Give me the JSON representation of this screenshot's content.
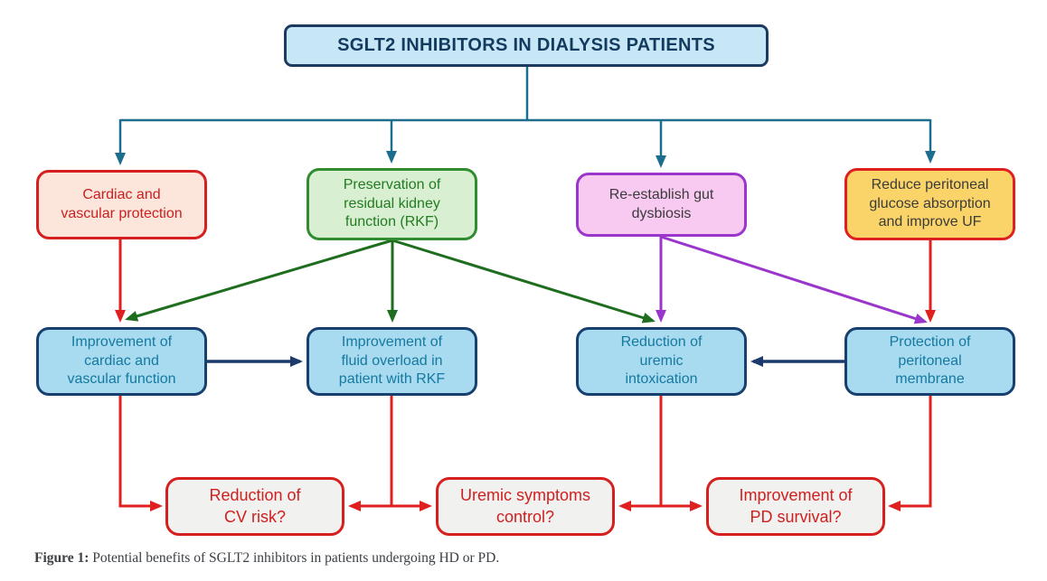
{
  "title": "SGLT2 INHIBITORS IN DIALYSIS PATIENTS",
  "boxes": {
    "top": [
      {
        "id": "cardiac-protection",
        "text": "Cardiac and\nvascular protection",
        "fill": "#fce5db",
        "border": "#d62020",
        "text_color": "#cc2020"
      },
      {
        "id": "rkf-preservation",
        "text": "Preservation of\nresidual kidney\nfunction (RKF)",
        "fill": "#d9efd1",
        "border": "#2f8c2f",
        "text_color": "#217c21"
      },
      {
        "id": "gut-dysbiosis",
        "text": "Re-establish gut\ndysbiosis",
        "fill": "#f8c9f1",
        "border": "#9b36cc",
        "text_color": "#3b3b3b"
      },
      {
        "id": "glucose-absorption",
        "text": "Reduce peritoneal\nglucose absorption\nand improve UF",
        "fill": "#fbd469",
        "border": "#e02020",
        "text_color": "#3b3b3b"
      }
    ],
    "middle": [
      {
        "id": "cardiac-function",
        "text": "Improvement of\ncardiac and\nvascular function",
        "fill": "#a8dbf0",
        "border": "#17406e",
        "text_color": "#1579a0"
      },
      {
        "id": "fluid-overload",
        "text": "Improvement of\nfluid overload in\npatient with RKF",
        "fill": "#a8dbf0",
        "border": "#17406e",
        "text_color": "#1579a0"
      },
      {
        "id": "uremic-intoxication",
        "text": "Reduction of\nuremic\nintoxication",
        "fill": "#a8dbf0",
        "border": "#17406e",
        "text_color": "#1579a0"
      },
      {
        "id": "peritoneal-membrane",
        "text": "Protection of\nperitoneal\nmembrane",
        "fill": "#a8dbf0",
        "border": "#17406e",
        "text_color": "#1579a0"
      }
    ],
    "bottom": [
      {
        "id": "cv-risk",
        "text": "Reduction of\nCV risk?",
        "fill": "#f1f1ef",
        "border": "#d62020",
        "text_color": "#d01f1f"
      },
      {
        "id": "uremic-symptoms",
        "text": "Uremic symptoms\ncontrol?",
        "fill": "#f1f1ef",
        "border": "#d62020",
        "text_color": "#d01f1f"
      },
      {
        "id": "pd-survival",
        "text": "Improvement of\nPD survival?",
        "fill": "#f1f1ef",
        "border": "#d62020",
        "text_color": "#d01f1f"
      }
    ]
  },
  "edges": [
    {
      "from": "title",
      "to": "cardiac-protection",
      "color": "teal"
    },
    {
      "from": "title",
      "to": "rkf-preservation",
      "color": "teal"
    },
    {
      "from": "title",
      "to": "gut-dysbiosis",
      "color": "teal"
    },
    {
      "from": "title",
      "to": "glucose-absorption",
      "color": "teal"
    },
    {
      "from": "cardiac-protection",
      "to": "cardiac-function",
      "color": "red"
    },
    {
      "from": "rkf-preservation",
      "to": "cardiac-function",
      "color": "green"
    },
    {
      "from": "rkf-preservation",
      "to": "fluid-overload",
      "color": "green"
    },
    {
      "from": "rkf-preservation",
      "to": "uremic-intoxication",
      "color": "green"
    },
    {
      "from": "gut-dysbiosis",
      "to": "uremic-intoxication",
      "color": "purple"
    },
    {
      "from": "gut-dysbiosis",
      "to": "peritoneal-membrane",
      "color": "purple"
    },
    {
      "from": "glucose-absorption",
      "to": "peritoneal-membrane",
      "color": "red"
    },
    {
      "from": "cardiac-function",
      "to": "fluid-overload",
      "color": "navy"
    },
    {
      "from": "peritoneal-membrane",
      "to": "uremic-intoxication",
      "color": "navy"
    },
    {
      "from": "cardiac-function",
      "to": "cv-risk",
      "color": "red"
    },
    {
      "from": "fluid-overload",
      "to": "cv-risk",
      "color": "red"
    },
    {
      "from": "fluid-overload",
      "to": "uremic-symptoms",
      "color": "red"
    },
    {
      "from": "uremic-intoxication",
      "to": "uremic-symptoms",
      "color": "red"
    },
    {
      "from": "uremic-intoxication",
      "to": "pd-survival",
      "color": "red"
    },
    {
      "from": "peritoneal-membrane",
      "to": "pd-survival",
      "color": "red"
    }
  ],
  "colors": {
    "teal": "#1d6e8e",
    "red": "#e01f1f",
    "green": "#1f6d1f",
    "purple": "#9b36cc",
    "navy": "#1c3a6e"
  },
  "caption": {
    "label": "Figure 1:",
    "text": " Potential benefits of SGLT2 inhibitors in patients undergoing HD or PD."
  }
}
